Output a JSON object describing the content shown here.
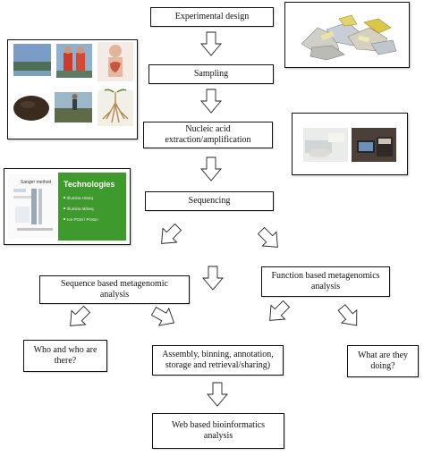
{
  "nodes": {
    "experimental_design": "Experimental design",
    "sampling": "Sampling",
    "nucleic_acid": "Nucleic acid extraction/amplification",
    "sequencing": "Sequencing",
    "sequence_based": "Sequence based metagenomic analysis",
    "function_based": "Function based metagenomics analysis",
    "who_are_there": "Who and who are there?",
    "assembly": "Assembly, binning, annotation, storage and retrieval/sharing)",
    "what_doing": "What are they doing?",
    "web_based": "Web based bioinformatics analysis"
  },
  "images": {
    "sanger_title": "Sanger method",
    "tech_title": "Technologies",
    "tech_items": [
      "Illumina HiSeq",
      "Illumina MiSeq",
      "Ion PGM / Proton"
    ]
  },
  "colors": {
    "tech_green": "#3f9a2e",
    "soil": "#3a2b20",
    "sky": "#6e8fb6"
  },
  "icons": [
    "down-arrow-icon",
    "diagonal-arrow-icon"
  ]
}
